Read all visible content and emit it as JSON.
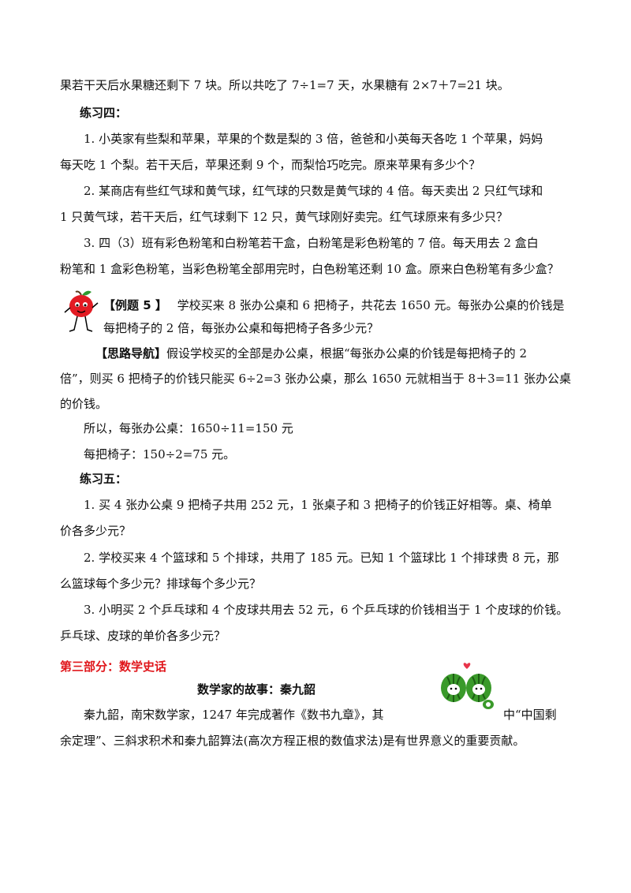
{
  "lines": {
    "l01": "果若干天后水果糖还剩下 7 块。所以共吃了 7÷1=7 天，水果糖有 2×7＋7=21 块。",
    "ex4_title": "练习四：",
    "l03": "1. 小英家有些梨和苹果，苹果的个数是梨的 3 倍，爸爸和小英每天各吃 1 个苹果，妈妈",
    "l04": "每天吃 1 个梨。若干天后，苹果还剩 9 个，而梨恰巧吃完。原来苹果有多少个？",
    "l05": "2. 某商店有些红气球和黄气球，红气球的只数是黄气球的 4 倍。每天卖出 2 只红气球和",
    "l06": "1 只黄气球，若干天后，红气球剩下 12 只，黄气球刚好卖完。红气球原来有多少只？",
    "l07": "3. 四（3）班有彩色粉笔和白粉笔若干盒，白粉笔是彩色粉笔的 7 倍。每天用去 2 盒白",
    "l08": "粉笔和 1 盒彩色粉笔，当彩色粉笔全部用完时，白色粉笔还剩 10 盒。原来白色粉笔有多少盒？",
    "example_label": "【例题 5 】",
    "l09_rest": "学校买来 8 张办公桌和 6 把椅子，共花去 1650 元。每张办公桌的价钱是",
    "l10": "每把椅子的 2 倍，每张办公桌和每把椅子各多少元？",
    "guide_label": "【思路导航】",
    "l11_rest": "假设学校买的全部是办公桌，根据“每张办公桌的价钱是每把椅子的 2",
    "l12": "倍”，则买 6 把椅子的价钱只能买 6÷2=3 张办公桌，那么 1650 元就相当于 8＋3=11 张办公桌",
    "l13": "的价钱。",
    "l14": "所以，每张办公桌：1650÷11=150 元",
    "l15": "每把椅子：150÷2=75 元。",
    "ex5_title": "练习五：",
    "l17": "1. 买 4 张办公桌 9 把椅子共用 252 元，1 张桌子和 3 把椅子的价钱正好相等。桌、椅单",
    "l18": "价各多少元？",
    "l19": "2. 学校买来 4 个篮球和 5 个排球，共用了 185 元。已知 1 个篮球比 1 个排球贵 8 元，那",
    "l20": "么篮球每个多少元？排球每个多少元？",
    "l21": "3. 小明买 2 个乒乓球和 4 个皮球共用去 52 元，6 个乒乓球的价钱相当于 1 个皮球的价钱。",
    "l22": "乒乓球、皮球的单价各多少元？",
    "part3": "第三部分：数学史话",
    "story_title": "数学家的故事：秦九韶",
    "l25a": "秦九韶，南宋数学家，1247 年完成著作《数书九章》，其",
    "l25b": "中“中国剩",
    "l26": "余定理”、三斜求积术和秦九韶算法(高次方程正根的数值求法)是有世界意义的重要贡献。"
  },
  "colors": {
    "text": "#111111",
    "heading_red": "#e0161b",
    "apple": "#e31b23",
    "melon": "#3a9a2a"
  },
  "icons": {
    "apple": "apple-mascot-icon",
    "melons": "watermelon-couple-icon"
  }
}
